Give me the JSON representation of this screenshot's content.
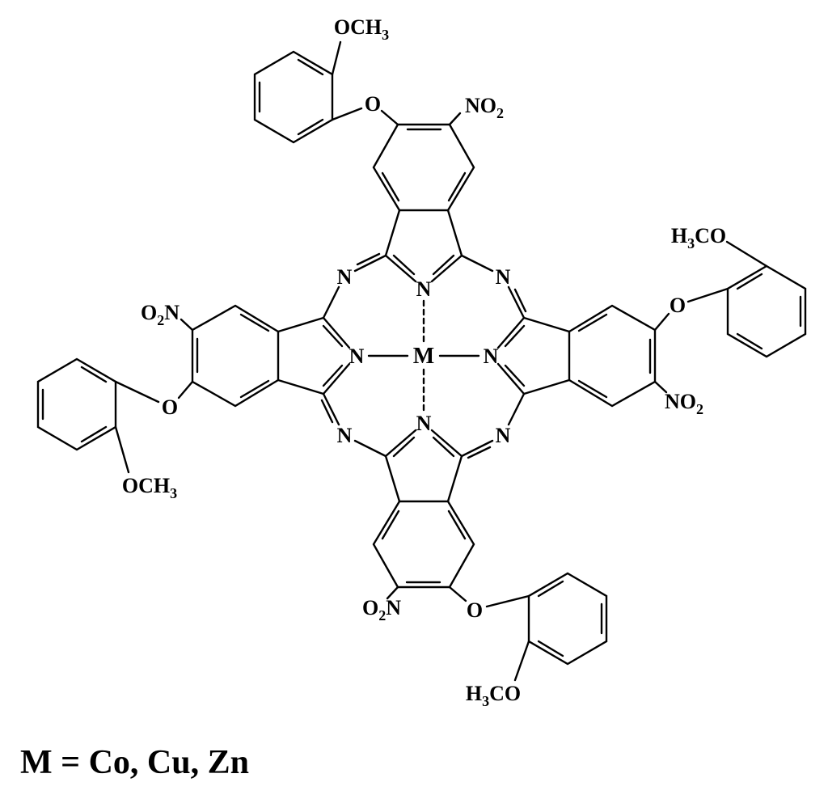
{
  "labels": {
    "metal": "M",
    "nitrogen": "N",
    "oxygen": "O",
    "nitro_ltr": {
      "main": "NO",
      "sub": "2"
    },
    "nitro_rtl": {
      "pre": "O",
      "sub": "2",
      "post": "N"
    },
    "methoxy_ltr": {
      "main": "OCH",
      "sub": "3"
    },
    "methoxy_rtl": {
      "pre": "H",
      "sub": "3",
      "post": "CO"
    }
  },
  "caption": {
    "text": "M = Co, Cu, Zn"
  },
  "colors": {
    "ink": "#000000",
    "background": "#ffffff"
  }
}
